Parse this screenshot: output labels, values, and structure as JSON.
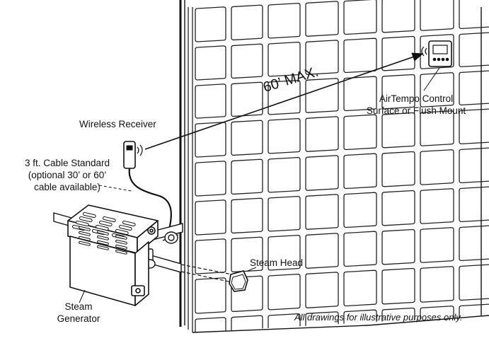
{
  "labels": {
    "wireless_receiver": "Wireless Receiver",
    "cable_line1": "3 ft. Cable Standard",
    "cable_line2": "(optional 30’ or 60’",
    "cable_line3": "cable  available)",
    "control_line1": "AirTempo Control",
    "control_line2": "Surface or Flush Mount",
    "distance": "60’ MAX.",
    "steam_head": "Steam Head",
    "generator_line1": "Steam",
    "generator_line2": "Generator"
  },
  "disclaimer": "All drawings for illustrative purposes only.",
  "icons": {
    "control_panel": "airtempo-control-icon",
    "receiver": "wireless-receiver-icon",
    "generator": "steam-generator-icon",
    "steam_head": "steam-head-icon"
  },
  "colors": {
    "line": "#111111",
    "background": "#ffffff"
  }
}
